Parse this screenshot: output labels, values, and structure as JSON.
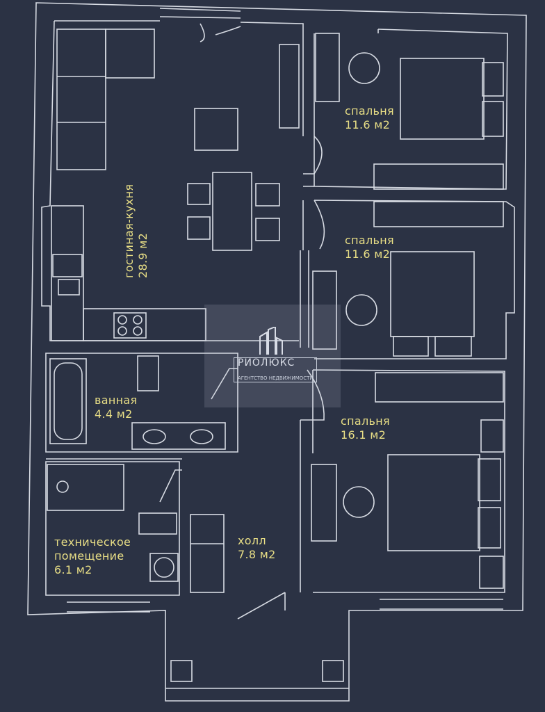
{
  "colors": {
    "background": "#2b3244",
    "line": "#d7dbe3",
    "label": "#e9df86"
  },
  "rooms": {
    "living": {
      "name": "гостиная-кухня",
      "area": "28.9 м2"
    },
    "bedroom1": {
      "name": "спальня",
      "area": "11.6 м2"
    },
    "bedroom2": {
      "name": "спальня",
      "area": "11.6 м2"
    },
    "bedroom3": {
      "name": "спальня",
      "area": "16.1 м2"
    },
    "bathroom": {
      "name": "ванная",
      "area": "4.4 м2"
    },
    "technical": {
      "name_line1": "техническое",
      "name_line2": "помещение",
      "area": "6.1 м2"
    },
    "hall": {
      "name": "холл",
      "area": "7.8 м2"
    }
  },
  "watermark": {
    "brand": "РИОЛЮКС",
    "subtitle": "АГЕНТСТВО НЕДВИЖИМОСТИ"
  }
}
